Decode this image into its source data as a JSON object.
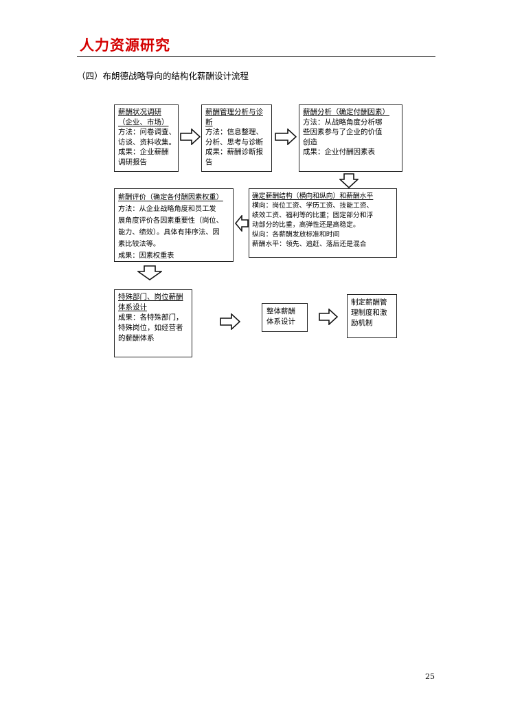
{
  "header": {
    "title": "人力资源研究"
  },
  "section_heading": "（四）布朗德战略导向的结构化薪酬设计流程",
  "flow": {
    "box1": {
      "title": "薪酬状况调研（企业、市场）",
      "lines": [
        "方法：问卷调查、",
        "访谈、资料收集。",
        "成果：企业薪酬",
        "调研报告"
      ]
    },
    "box2": {
      "title": "薪酬管理分析与诊断",
      "lines": [
        "方法：信息整理、",
        "分析、思考与诊断",
        "成果：薪酬诊断报",
        "告"
      ]
    },
    "box3": {
      "title": "薪酬分析（确定付酬因素）",
      "lines": [
        "方法：从战略角度分析哪",
        "些因素参与了企业的价值",
        "创造",
        "成果：企业付酬因素表"
      ]
    },
    "box4": {
      "title": "确定薪酬结构（横向和纵向）和薪酬水平",
      "lines": [
        "横向：岗位工资、学历工资、技能工资、",
        "绩效工资、福利等的比重；固定部分和浮",
        "动部分的比重，高弹性还是高稳定。",
        "纵向：各薪酬发放标准和时间",
        "薪酬水平：领先、追赶、落后还是混合"
      ]
    },
    "box5": {
      "title": "薪酬评价（确定各付酬因素权重）",
      "lines": [
        "方法：从企业战略角度和员工发",
        "展角度评价各因素重要性（岗位、",
        "能力、绩效）。具体有排序法、因",
        "素比较法等。",
        "成果：因素权重表"
      ]
    },
    "box6": {
      "title": "特殊部门、岗位薪酬体系设计",
      "lines": [
        "成果：各特殊部门，",
        "特殊岗位，如经营者",
        "的薪酬体系"
      ]
    },
    "box7": {
      "lines": [
        "整体薪酬",
        "体系设计"
      ]
    },
    "box8": {
      "lines": [
        "制定薪酬管",
        "理制度和激",
        "励机制"
      ]
    }
  },
  "page_number": "25"
}
